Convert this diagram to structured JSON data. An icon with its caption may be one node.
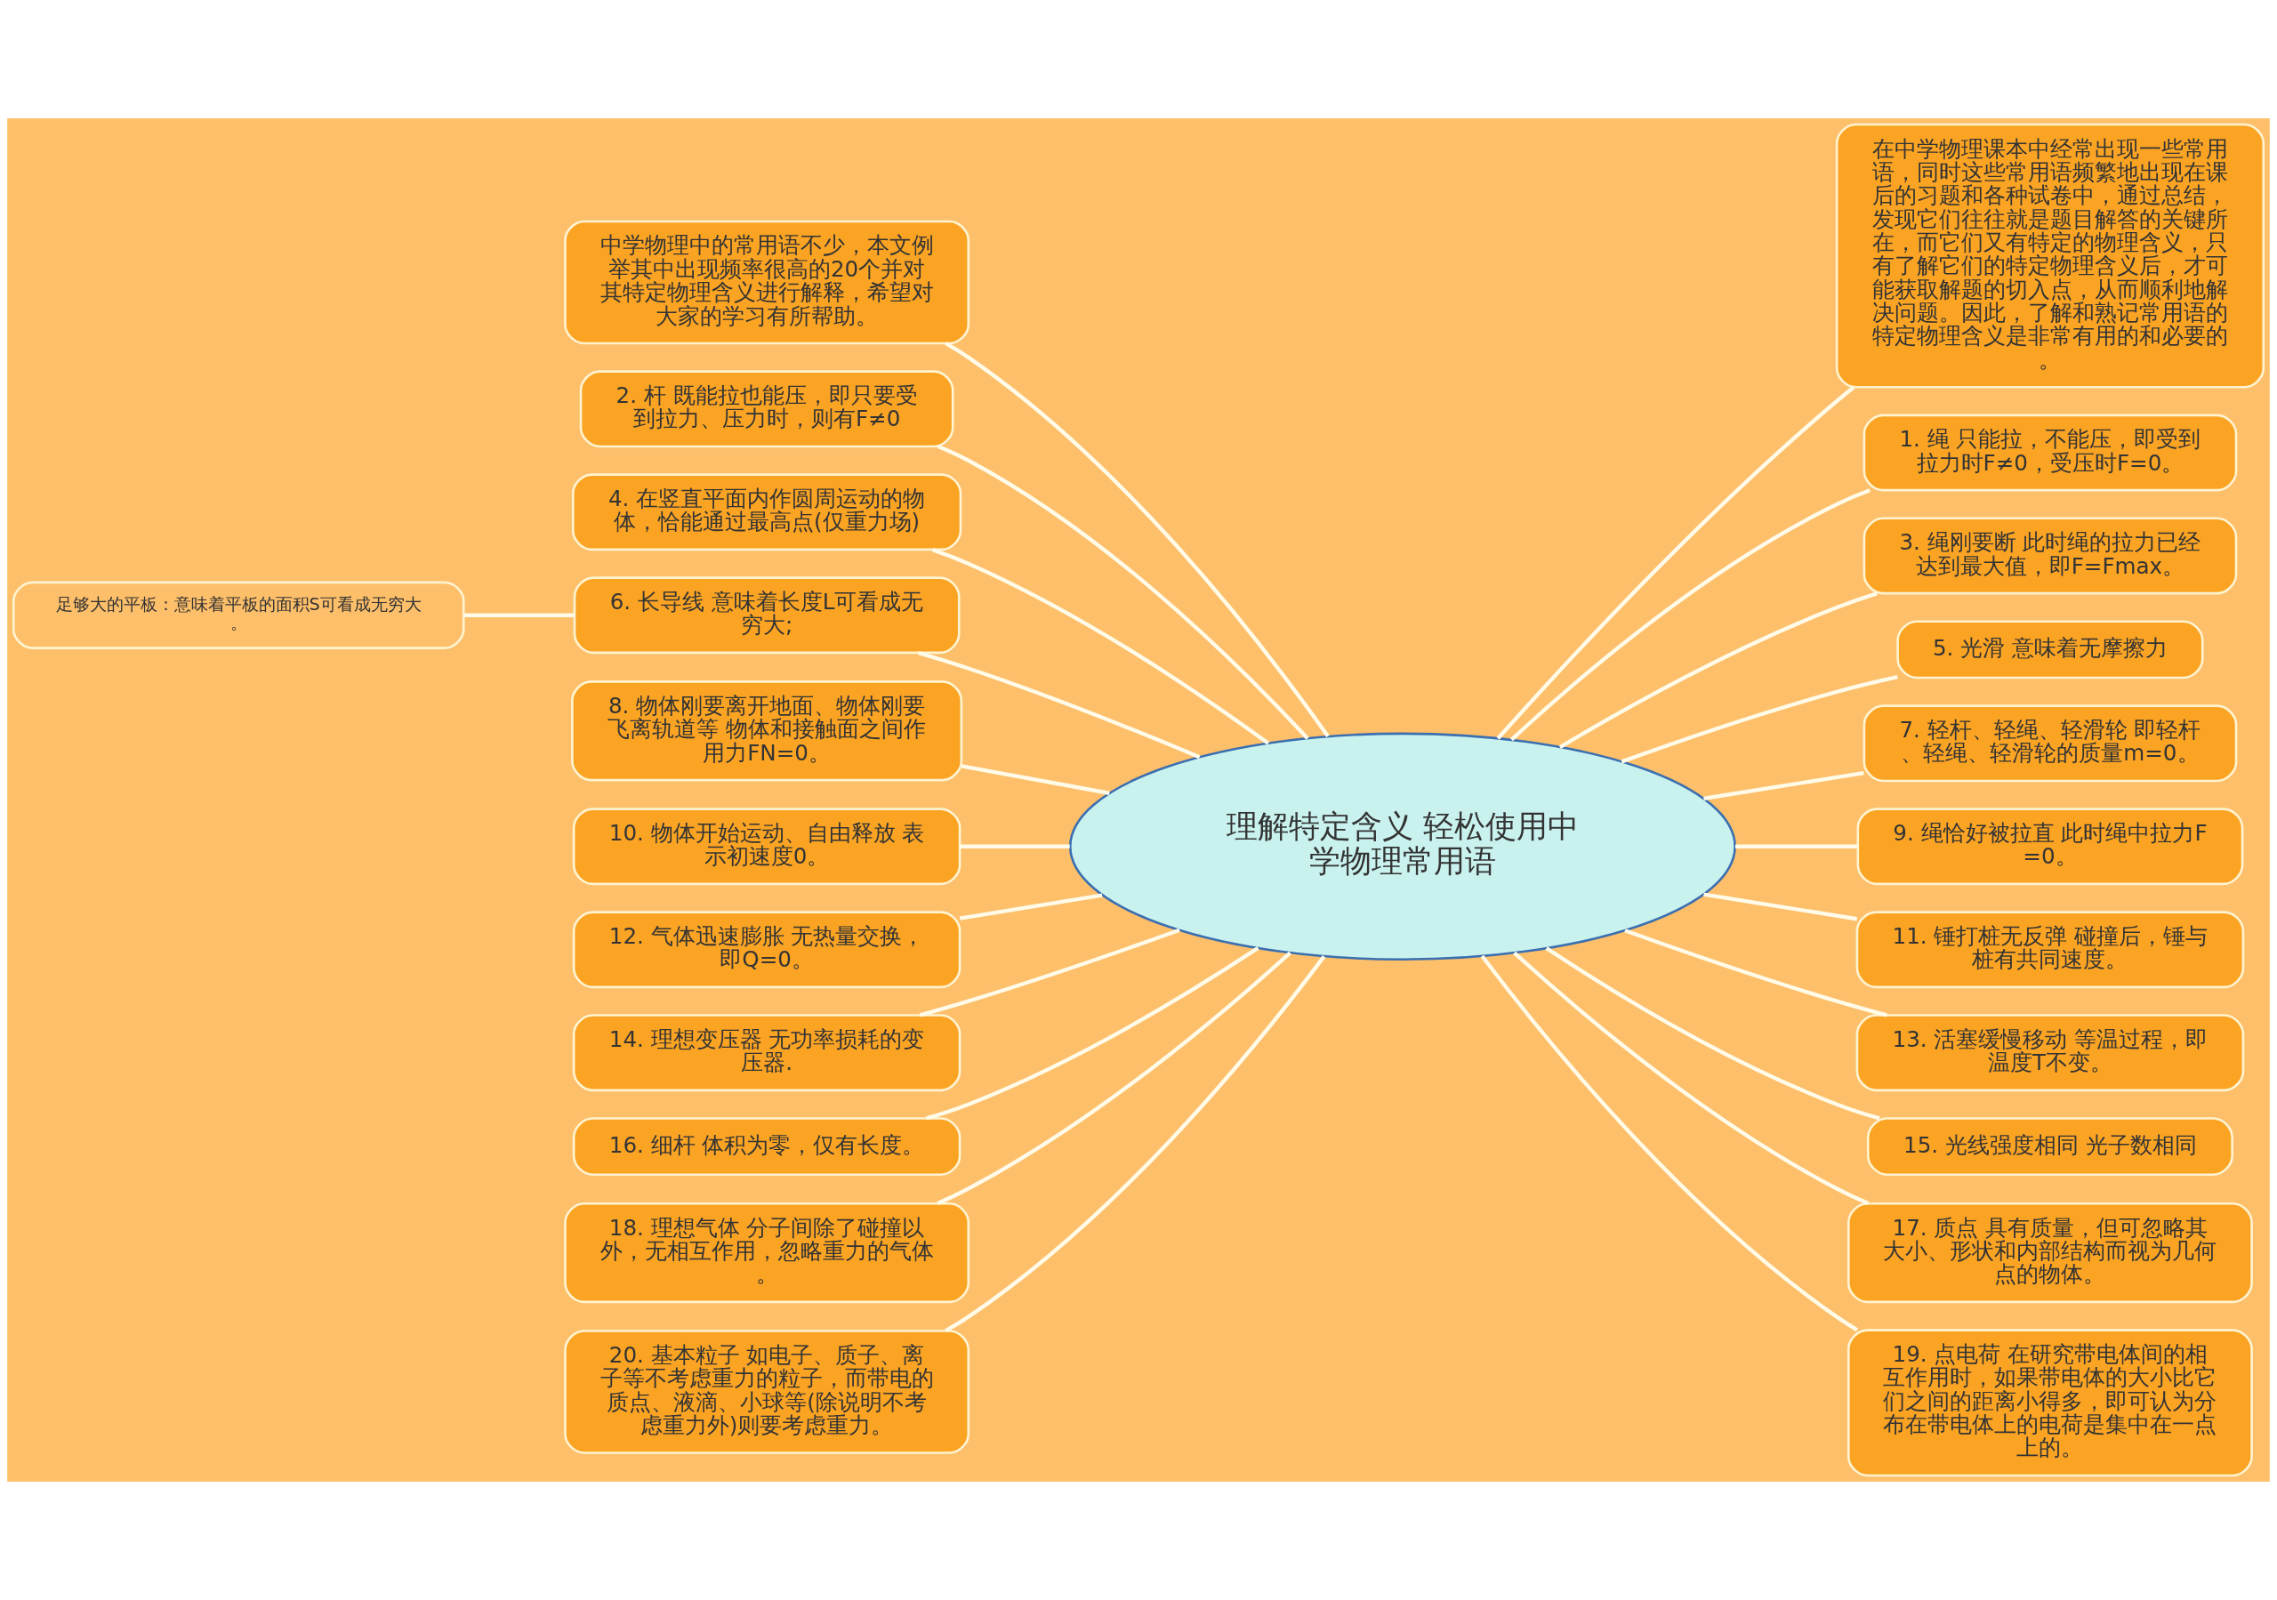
{
  "diagram": {
    "nodes": [
      {
        "text": [
          "理解特定含义 轻松使用中学物理常用语"
        ]
      },
      {
        "text": [
          "中学物理中的常用语不少，本文例举其中出现频率很高的20个并对其特定物理含义进行解释，希望对大家的学习有所帮助。"
        ]
      },
      {
        "text": [
          "2. 杆 既能拉也能压，即只要受到拉力、压力时，则有F≠0"
        ]
      },
      {
        "text": [
          "4. 在竖直平面内作圆周运动的物体，恰能通过最高点(仅重力场)"
        ]
      },
      {
        "text": [
          "6. 长导线 意味着长度L可看成无穷大;"
        ]
      },
      {
        "text": [
          "足够大的平板：意味着平板的面积S可看成无穷大。"
        ]
      },
      {
        "text": [
          "8. 物体刚要离开地面、物体刚要飞离轨道等 物体和接触面之间作用力FN=0。"
        ]
      },
      {
        "text": [
          "10. 物体开始运动、自由释放 表示初速度0。"
        ]
      },
      {
        "text": [
          "12. 气体迅速膨胀 无热量交换，即Q=0。"
        ]
      },
      {
        "text": [
          "14. 理想变压器 无功率损耗的变压器."
        ]
      },
      {
        "text": [
          "16. 细杆 体积为零，仅有长度。"
        ]
      },
      {
        "text": [
          "18. 理想气体 分子间除了碰撞以外，无相互作用，忽略重力的气体。"
        ]
      },
      {
        "text": [
          "20. 基本粒子 如电子、质子、离子等不考虑重力的粒子，而带电的质点、液滴、小球等(除说明不考虑重力外)则要考虑重力。"
        ]
      },
      {
        "text": [
          "在中学物理课本中经常出现一些常用语，同时这些常用语频繁地出现在课后的习题和各种试卷中，通过总结，发现它们往往就是题目解答的关键所在，而它们又有特定的物理含义，只有了解它们的特定物理含义后，才可能获取解题的切入点，从而顺利地解决问题。因此，了解和熟记常用语的特定物理含义是非常有用的和必要的。"
        ]
      },
      {
        "text": [
          "1. 绳 只能拉，不能压，即受到拉力时F≠0，受压时F=0。"
        ]
      },
      {
        "text": [
          "3. 绳刚要断 此时绳的拉力已经达到最大值，即F=Fmax。"
        ]
      },
      {
        "text": [
          "5. 光滑 意味着无摩擦力"
        ]
      },
      {
        "text": [
          "7. 轻杆、轻绳、轻滑轮 即轻杆、轻绳、轻滑轮的质量m=0。"
        ]
      },
      {
        "text": [
          "9. 绳恰好被拉直 此时绳中拉力F=0。"
        ]
      },
      {
        "text": [
          "11. 锤打桩无反弹 碰撞后，锤与桩有共同速度。"
        ]
      },
      {
        "text": [
          "13. 活塞缓慢移动 等温过程，即温度T不变。"
        ]
      },
      {
        "text": [
          "15. 光线强度相同 光子数相同"
        ]
      },
      {
        "text": [
          "17. 质点 具有质量，但可忽略其大小、形状和内部结构而视为几何点的物体。"
        ]
      },
      {
        "text": [
          "19. 点电荷 在研究带电体间的相互作用时，如果带电体的大小比它们之间的距离小得多，即可认为分布在带电体上的电荷是集中在一点上的。"
        ]
      }
    ],
    "edges": [
      {
        "from": 0,
        "to": 1,
        "arrow": "none"
      },
      {
        "from": 0,
        "to": 2,
        "arrow": "none"
      },
      {
        "from": 0,
        "to": 3,
        "arrow": "none"
      },
      {
        "from": 0,
        "to": 4,
        "arrow": "none"
      },
      {
        "from": 4,
        "to": 5,
        "arrow": "none"
      },
      {
        "from": 0,
        "to": 6,
        "arrow": "none"
      },
      {
        "from": 0,
        "to": 7,
        "arrow": "none"
      },
      {
        "from": 0,
        "to": 8,
        "arrow": "none"
      },
      {
        "from": 0,
        "to": 9,
        "arrow": "none"
      },
      {
        "from": 0,
        "to": 10,
        "arrow": "none"
      },
      {
        "from": 0,
        "to": 11,
        "arrow": "none"
      },
      {
        "from": 0,
        "to": 12,
        "arrow": "none"
      },
      {
        "from": 0,
        "to": 13,
        "arrow": "none"
      },
      {
        "from": 0,
        "to": 14,
        "arrow": "none"
      },
      {
        "from": 0,
        "to": 15,
        "arrow": "none"
      },
      {
        "from": 0,
        "to": 16,
        "arrow": "none"
      },
      {
        "from": 0,
        "to": 17,
        "arrow": "none"
      },
      {
        "from": 0,
        "to": 18,
        "arrow": "none"
      },
      {
        "from": 0,
        "to": 19,
        "arrow": "none"
      },
      {
        "from": 0,
        "to": 20,
        "arrow": "none"
      },
      {
        "from": 0,
        "to": 21,
        "arrow": "none"
      },
      {
        "from": 0,
        "to": 22,
        "arrow": "none"
      },
      {
        "from": 0,
        "to": 23,
        "arrow": "none"
      }
    ]
  }
}
